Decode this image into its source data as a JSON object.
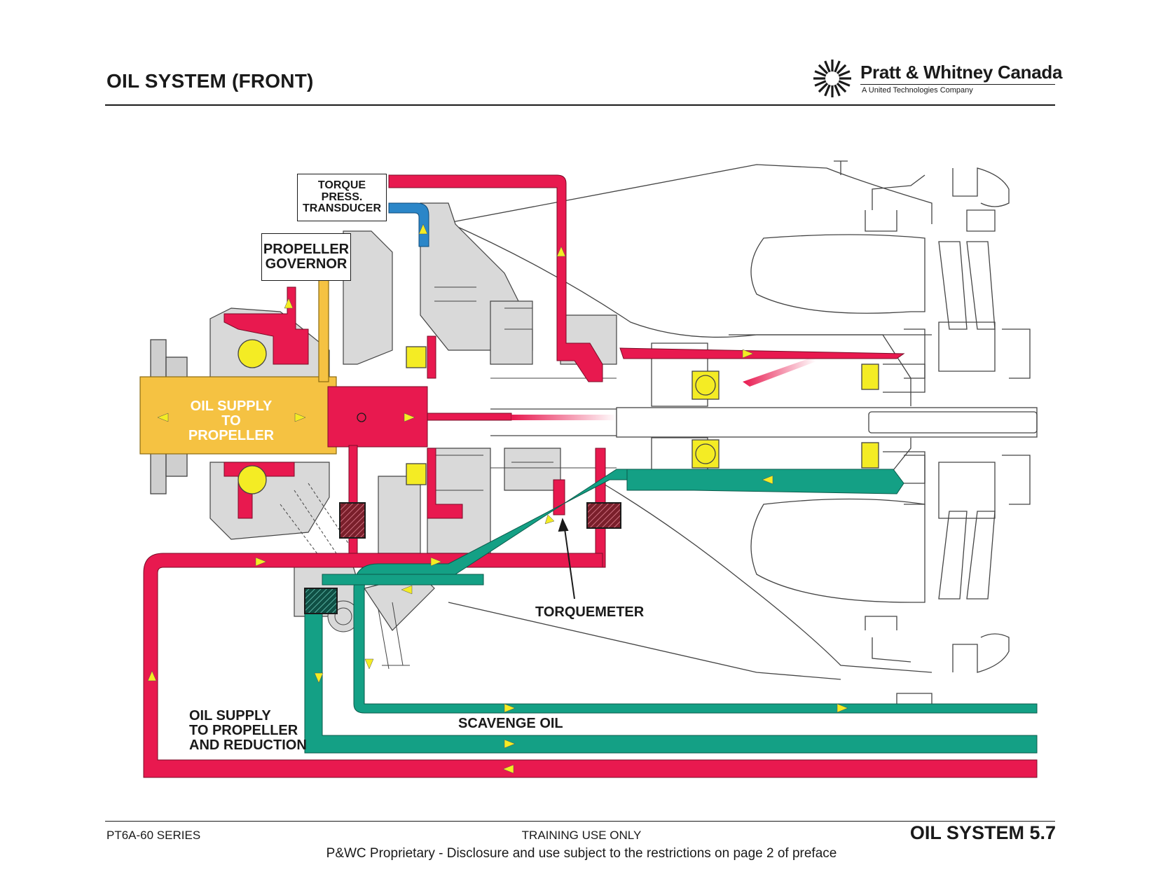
{
  "header": {
    "title": "OIL SYSTEM (FRONT)",
    "logo": {
      "icon": "pwc-sunburst-logo",
      "name": "Pratt & Whitney Canada",
      "subtitle": "A United Technologies Company"
    }
  },
  "diagram": {
    "labels": {
      "torque_transducer": [
        "TORQUE",
        "PRESS.",
        "TRANSDUCER"
      ],
      "propeller_governor": [
        "PROPELLER",
        "GOVERNOR"
      ],
      "oil_supply_propeller": [
        "OIL SUPPLY",
        "TO PROPELLER"
      ],
      "torquemeter": "TORQUEMETER",
      "oil_supply_reduction": [
        "OIL SUPPLY",
        "TO PROPELLER",
        "AND REDUCTION"
      ],
      "scavenge_oil": "SCAVENGE OIL"
    },
    "colors": {
      "pressure_oil": "#e8194f",
      "scavenge_oil": "#14a085",
      "propeller_oil": "#f5c242",
      "torque_oil": "#2b86c8",
      "bearings": "#f4ec24",
      "flow_arrows": "#f4ec24",
      "housing": "#d9d9d9"
    }
  },
  "footer": {
    "series": "PT6A-60 SERIES",
    "training": "TRAINING USE ONLY",
    "section": "OIL SYSTEM 5.7",
    "notice": "P&WC Proprietary - Disclosure and use subject to the restrictions on page 2 of preface"
  }
}
